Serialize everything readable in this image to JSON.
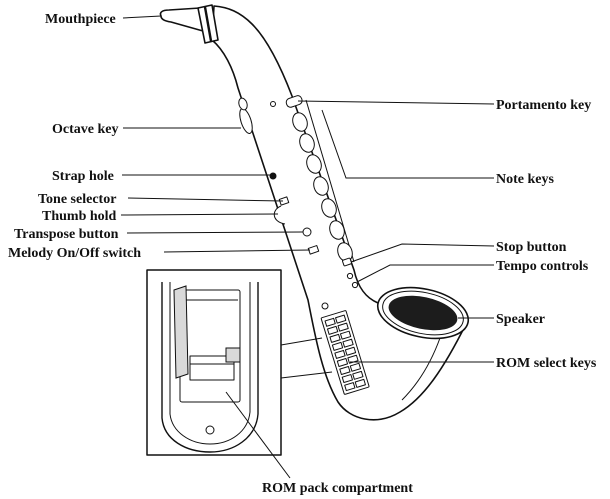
{
  "labels": {
    "mouthpiece": "Mouthpiece",
    "octave_key": "Octave key",
    "strap_hole": "Strap hole",
    "tone_selector": "Tone selector",
    "thumb_hold": "Thumb hold",
    "transpose_button": "Transpose button",
    "melody_switch": "Melody On/Off switch",
    "portamento_key": "Portamento key",
    "note_keys": "Note keys",
    "stop_button": "Stop button",
    "tempo_controls": "Tempo controls",
    "speaker": "Speaker",
    "rom_select_keys": "ROM select keys",
    "rom_pack_compartment": "ROM pack compartment"
  },
  "colors": {
    "ink": "#111111",
    "paper": "#ffffff",
    "speaker": "#1c1c1c",
    "shade": "#d9d9d9"
  }
}
